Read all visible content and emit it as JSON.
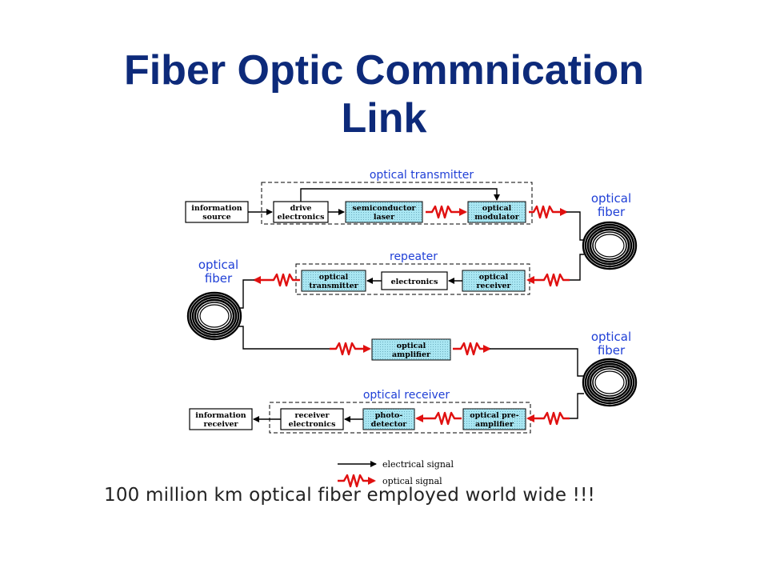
{
  "title": {
    "line1": "Fiber Optic Commnication",
    "line2": "Link"
  },
  "diagram": {
    "groups": {
      "transmitter": "optical transmitter",
      "repeater": "repeater",
      "receiver": "optical receiver"
    },
    "fiber_label": {
      "top": "optical",
      "bottom": "fiber"
    },
    "blocks": {
      "information_source": [
        "information",
        "source"
      ],
      "drive_electronics": [
        "drive",
        "electronics"
      ],
      "semiconductor_laser": [
        "semiconductor",
        "laser"
      ],
      "optical_modulator": [
        "optical",
        "modulator"
      ],
      "repeater_optical_receiver": [
        "optical",
        "receiver"
      ],
      "repeater_electronics": [
        "electronics"
      ],
      "repeater_optical_transmitter": [
        "optical",
        "transmitter"
      ],
      "optical_amplifier": [
        "optical",
        "amplifier"
      ],
      "optical_preamplifier": [
        "optical pre-",
        "amplifier"
      ],
      "photo_detector": [
        "photo-",
        "detector"
      ],
      "receiver_electronics": [
        "receiver",
        "electronics"
      ],
      "information_receiver": [
        "information",
        "receiver"
      ]
    },
    "legend": {
      "electrical": "electrical signal",
      "optical": "optical signal"
    },
    "colors": {
      "title": "#0d2a7a",
      "labels": "#1f3fd6",
      "optical_block": "#a9e6f2",
      "optical_signal": "#e01010"
    }
  },
  "footer": "100 million km optical fiber employed world wide !!!"
}
